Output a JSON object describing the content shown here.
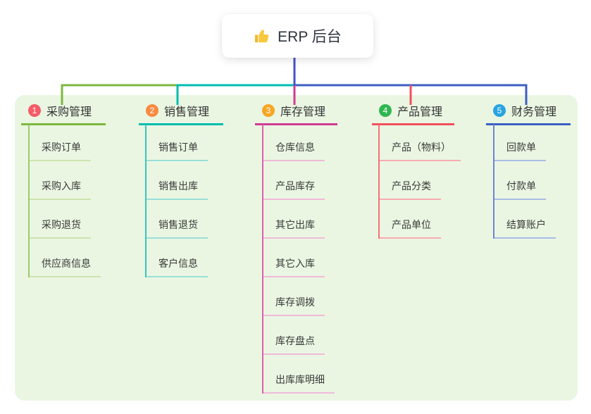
{
  "root": {
    "icon": "thumbs-up-icon",
    "title": "ERP 后台"
  },
  "panel_color": "#eaf6e2",
  "trunk_color": "#4353c8",
  "branches": [
    {
      "index": "1",
      "title": "采购管理",
      "badge_color": "#f65b67",
      "line_color": "#7cb93e",
      "vertical_color": "#9ccb6e",
      "underline_color": "#cbe4ad",
      "items": [
        "采购订单",
        "采购入库",
        "采购退货",
        "供应商信息"
      ]
    },
    {
      "index": "2",
      "title": "销售管理",
      "badge_color": "#f98a41",
      "line_color": "#00bdb0",
      "vertical_color": "#33c9bd",
      "underline_color": "#9adfd9",
      "items": [
        "销售订单",
        "销售出库",
        "销售退货",
        "客户信息"
      ]
    },
    {
      "index": "3",
      "title": "库存管理",
      "badge_color": "#f6a623",
      "line_color": "#d13a96",
      "vertical_color": "#dc61ab",
      "underline_color": "#f0bad9",
      "items": [
        "仓库信息",
        "产品库存",
        "其它出库",
        "其它入库",
        "库存调拨",
        "库存盘点",
        "出库库明细"
      ]
    },
    {
      "index": "4",
      "title": "产品管理",
      "badge_color": "#2fb750",
      "line_color": "#f2505c",
      "vertical_color": "#f57078",
      "underline_color": "#f8acb0",
      "items": [
        "产品（物料）",
        "产品分类",
        "产品单位"
      ]
    },
    {
      "index": "5",
      "title": "财务管理",
      "badge_color": "#29a3e1",
      "line_color": "#3d5ec4",
      "vertical_color": "#6c86d6",
      "underline_color": "#a9bce6",
      "items": [
        "回款单",
        "付款单",
        "结算账户"
      ]
    }
  ]
}
